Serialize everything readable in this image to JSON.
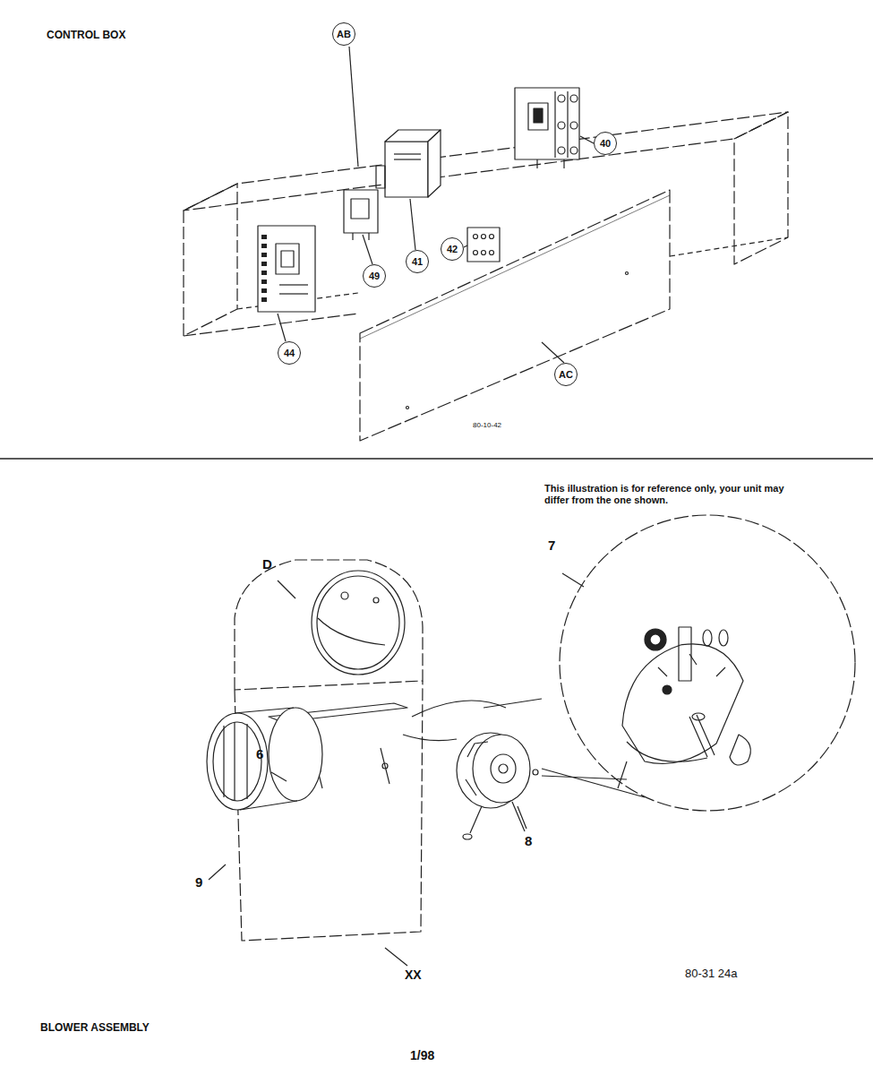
{
  "diagram": {
    "nodes": [
      {
        "text": [
          "AB"
        ]
      },
      {
        "text": [
          "40"
        ]
      },
      {
        "text": [
          "42"
        ]
      },
      {
        "text": [
          "41"
        ]
      },
      {
        "text": [
          "49"
        ]
      },
      {
        "text": [
          "44"
        ]
      },
      {
        "text": [
          "AC"
        ]
      }
    ],
    "labels": [
      "CONTROL BOX",
      "80-10-42",
      "This illustration is for reference only, your unit may differ from the one shown.",
      "7",
      "D",
      "6",
      "8",
      "9",
      "XX",
      "80-31 24a",
      "BLOWER ASSEMBLY",
      "1/98"
    ]
  }
}
